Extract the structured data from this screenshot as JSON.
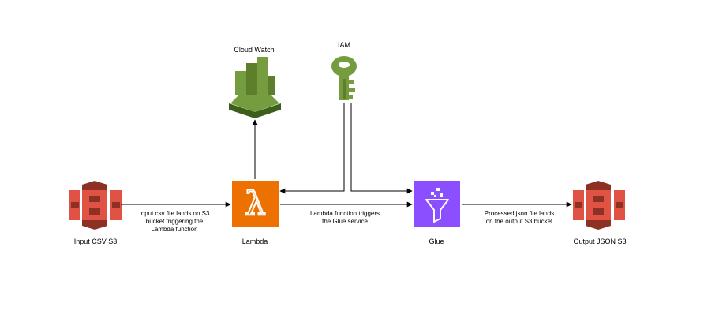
{
  "nodes": {
    "input_s3": {
      "label": "Input CSV S3",
      "color": "#e05243"
    },
    "lambda": {
      "label": "Lambda",
      "color": "#ed7100"
    },
    "glue": {
      "label": "Glue",
      "color": "#8c4fff"
    },
    "output_s3": {
      "label": "Output JSON S3",
      "color": "#e05243"
    },
    "cloudwatch": {
      "label": "Cloud Watch",
      "color": "#759c3e"
    },
    "iam": {
      "label": "IAM",
      "color": "#759c3e"
    }
  },
  "edges": {
    "s3_to_lambda": {
      "lines": [
        "Input csv file lands on S3",
        "bucket triggering the",
        "Lambda function"
      ]
    },
    "lambda_to_glue": {
      "lines": [
        "Lambda function triggers",
        "the Glue service"
      ]
    },
    "glue_to_s3": {
      "lines": [
        "Processed json file lands",
        "on the output S3 bucket"
      ]
    }
  }
}
